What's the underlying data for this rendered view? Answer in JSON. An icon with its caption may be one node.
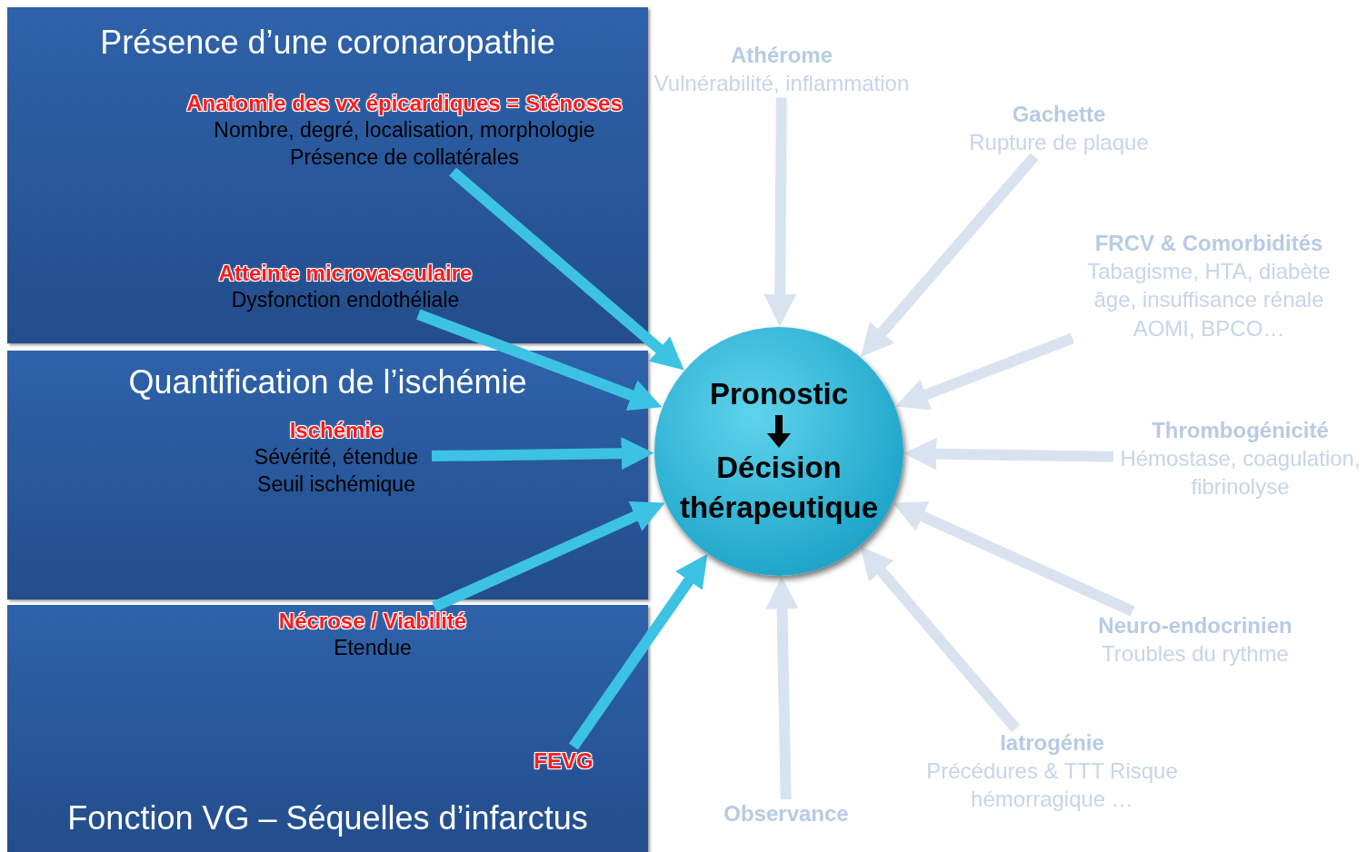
{
  "diagram": {
    "nodes": [
      {
        "text": [
          "Présence d’une coronaropathie"
        ]
      },
      {
        "text": [
          "Anatomie des vx épicardiques = Sténoses",
          "Nombre, degré, localisation, morphologie Présence de collatérales"
        ],
        "in": 0
      },
      {
        "text": [
          "Atteinte microvasculaire",
          "Dysfonction endothéliale"
        ],
        "in": 0
      },
      {
        "text": [
          "Quantification de l’ischémie"
        ]
      },
      {
        "text": [
          "Ischémie",
          "Sévérité, étendue Seuil ischémique"
        ],
        "in": 3
      },
      {
        "text": [
          "Fonction VG – Séquelles d’infarctus"
        ]
      },
      {
        "text": [
          "Nécrose / Viabilité",
          "Etendue"
        ],
        "in": 5
      },
      {
        "text": [
          "FEVG"
        ],
        "in": 5
      },
      {
        "text": [
          "Pronostic",
          "Décision thérapeutique"
        ]
      },
      {
        "text": [
          "Athérome",
          "Vulnérabilité, inflammation"
        ]
      },
      {
        "text": [
          "Gachette",
          "Rupture de plaque"
        ]
      },
      {
        "text": [
          "FRCV & Comorbidités",
          "Tabagisme, HTA, diabète âge, insuffisance rénale AOMI, BPCO…"
        ]
      },
      {
        "text": [
          "Thrombogénicité",
          "Hémostase, coagulation, fibrinolyse"
        ]
      },
      {
        "text": [
          "Neuro-endocrinien",
          "Troubles du rythme"
        ]
      },
      {
        "text": [
          "Iatrogénie",
          "Précédures & TTT Risque hémorragique …"
        ]
      },
      {
        "text": [
          "Observance"
        ]
      }
    ],
    "edges": [
      {
        "from": 1,
        "to": 8,
        "arrow": "to",
        "color": "#3cc3e3"
      },
      {
        "from": 2,
        "to": 8,
        "arrow": "to",
        "color": "#3cc3e3"
      },
      {
        "from": 4,
        "to": 8,
        "arrow": "to",
        "color": "#3cc3e3"
      },
      {
        "from": 6,
        "to": 8,
        "arrow": "to",
        "color": "#3cc3e3"
      },
      {
        "from": 7,
        "to": 8,
        "arrow": "to",
        "color": "#3cc3e3"
      },
      {
        "from": 9,
        "to": 8,
        "arrow": "to"
      },
      {
        "from": 10,
        "to": 8,
        "arrow": "to"
      },
      {
        "from": 11,
        "to": 8,
        "arrow": "to"
      },
      {
        "from": 12,
        "to": 8,
        "arrow": "to"
      },
      {
        "from": 13,
        "to": 8,
        "arrow": "to"
      },
      {
        "from": 14,
        "to": 8,
        "arrow": "to"
      },
      {
        "from": 15,
        "to": 8,
        "arrow": "to"
      }
    ]
  }
}
